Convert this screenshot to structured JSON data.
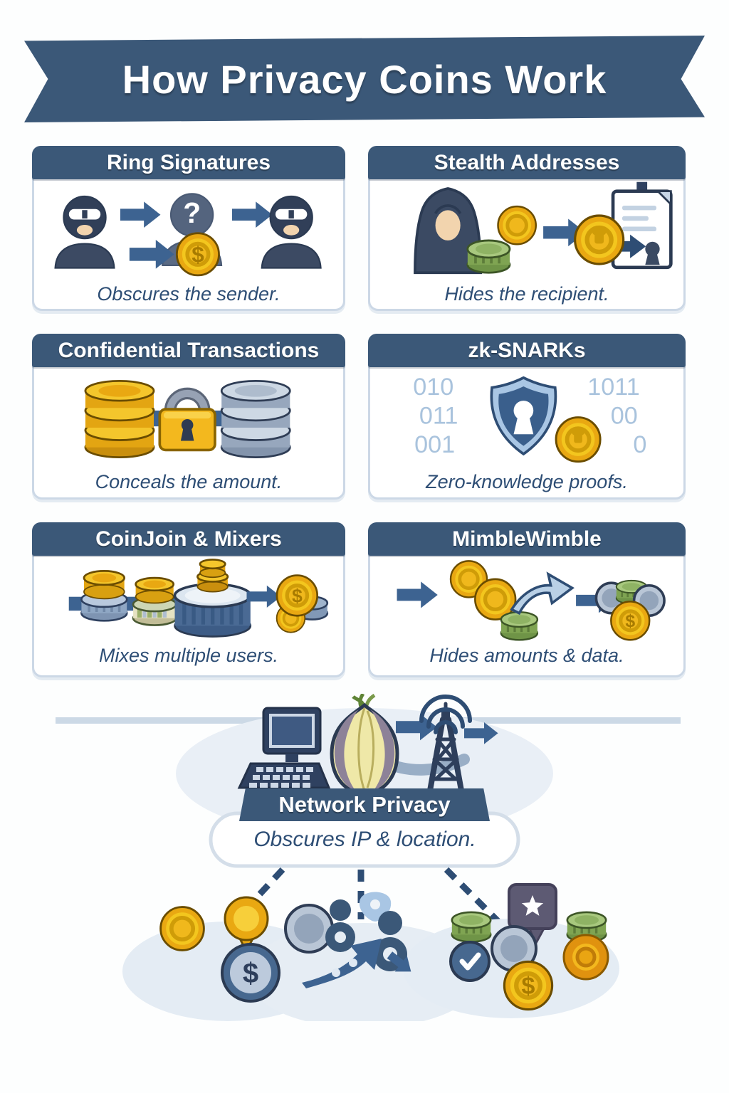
{
  "title": "How Privacy Coins Work",
  "symbols": {
    "dollar": "$",
    "question": "?"
  },
  "colors": {
    "banner_blue": "#3b5878",
    "panel_border": "#ccd8e6",
    "caption_blue": "#2e4e75",
    "arrow_blue": "#3d6391",
    "gold": "#f3c21e",
    "navy": "#2b3a52",
    "binary_blue": "#a9c3dd",
    "cloud_fill": "#e9eff6"
  },
  "panels": [
    {
      "id": "ring-signatures",
      "title": "Ring Signatures",
      "caption": "Obscures the sender.",
      "icons": [
        "masked-sender-icon",
        "arrow-right-icon",
        "anonymous-person-icon",
        "arrow-right-icon",
        "masked-receiver-icon",
        "dollar-coin-icon"
      ]
    },
    {
      "id": "stealth-addresses",
      "title": "Stealth Addresses",
      "caption": "Hides the recipient.",
      "icons": [
        "hooded-person-icon",
        "green-coin-icon",
        "gold-coin-icon",
        "arrow-right-icon",
        "gold-coin-icon",
        "address-document-icon"
      ]
    },
    {
      "id": "confidential-transactions",
      "title": "Confidential Transactions",
      "caption": "Conceals the amount.",
      "icons": [
        "gold-coin-stack-icon",
        "padlock-icon",
        "silver-coin-stack-icon"
      ]
    },
    {
      "id": "zk-snarks",
      "title": "zk-SNARKs",
      "caption": "Zero-knowledge proofs.",
      "icons": [
        "binary-code-text",
        "shield-keyhole-icon",
        "gold-coin-icon"
      ],
      "binary_left": [
        "010",
        "011",
        "001"
      ],
      "binary_right": [
        "1011",
        "00",
        "0"
      ]
    },
    {
      "id": "coinjoin-mixers",
      "title": "CoinJoin & Mixers",
      "caption": "Mixes multiple users.",
      "icons": [
        "coin-stack-icon",
        "coin-stack-icon",
        "mixer-barrel-icon",
        "arrow-right-icon",
        "mixed-coins-icon"
      ]
    },
    {
      "id": "mimblewimble",
      "title": "MimbleWimble",
      "caption": "Hides amounts & data.",
      "icons": [
        "arrow-right-icon",
        "gold-coins-icon",
        "green-coin-icon",
        "swoosh-arrow-icon",
        "arrow-right-icon",
        "coin-cluster-icon"
      ]
    }
  ],
  "network": {
    "title": "Network Privacy",
    "caption": "Obscures IP & location.",
    "icons": [
      "computer-icon",
      "tor-onion-icon",
      "arrow-right-icon",
      "signal-tower-icon",
      "cloud-icon",
      "dashed-connector",
      "dollar-coin-icon",
      "map-pin-coin-icon",
      "anonymous-users-icon",
      "swoosh-arrow-icon",
      "star-badge-icon",
      "check-coin-icon",
      "green-coin-icon"
    ]
  }
}
